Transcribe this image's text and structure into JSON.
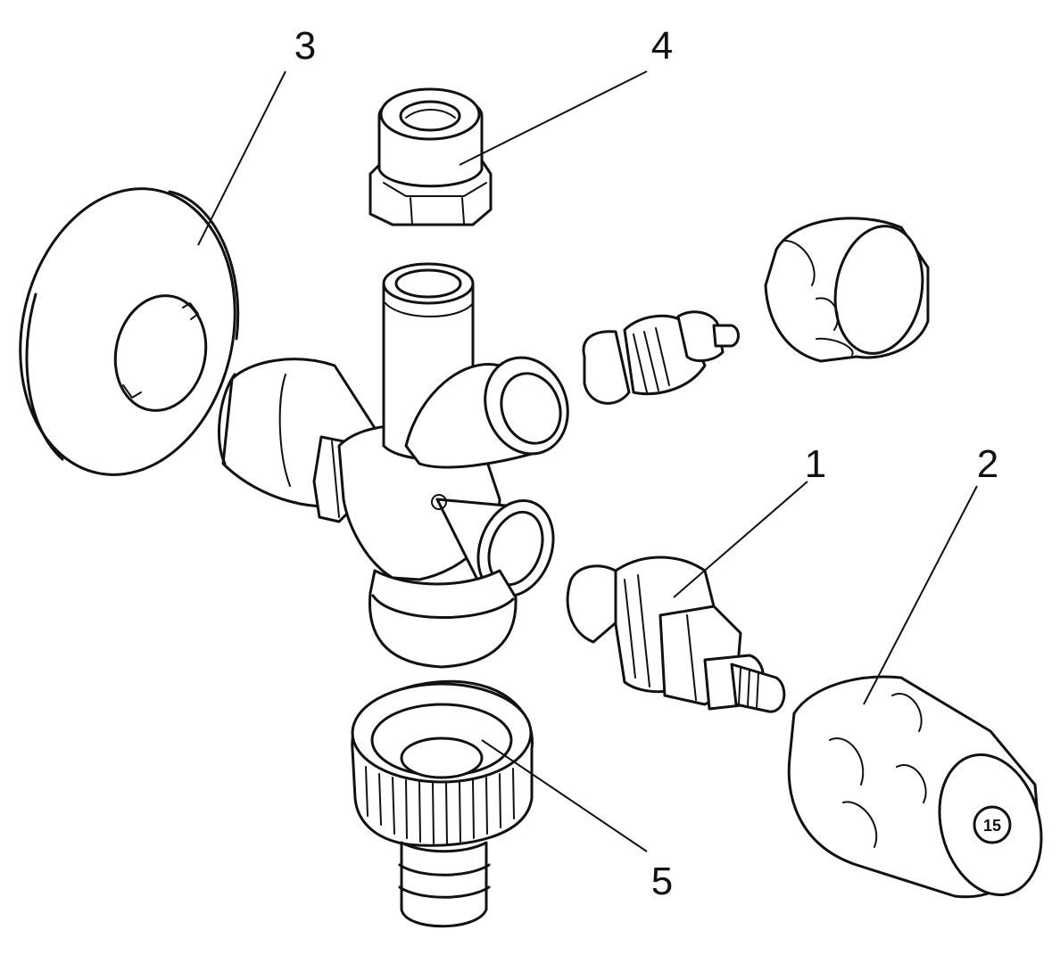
{
  "callouts": [
    {
      "id": "1",
      "label": "1"
    },
    {
      "id": "2",
      "label": "2"
    },
    {
      "id": "3",
      "label": "3"
    },
    {
      "id": "4",
      "label": "4"
    },
    {
      "id": "5",
      "label": "5"
    }
  ],
  "handle_logo": "15"
}
